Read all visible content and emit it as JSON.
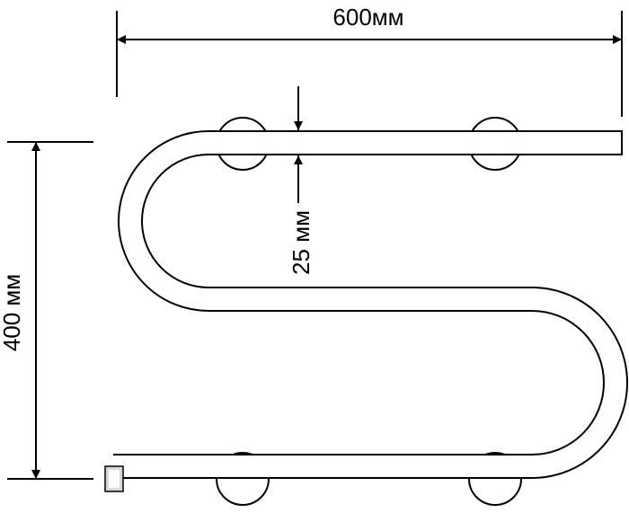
{
  "diagram": {
    "width_label": "600мм",
    "height_label": "400 мм",
    "pipe_label": "25 мм"
  },
  "colors": {
    "line": "#000000",
    "background": "#ffffff",
    "mount_fill": "#ffffff",
    "end_cap": "#d8d8d8"
  }
}
